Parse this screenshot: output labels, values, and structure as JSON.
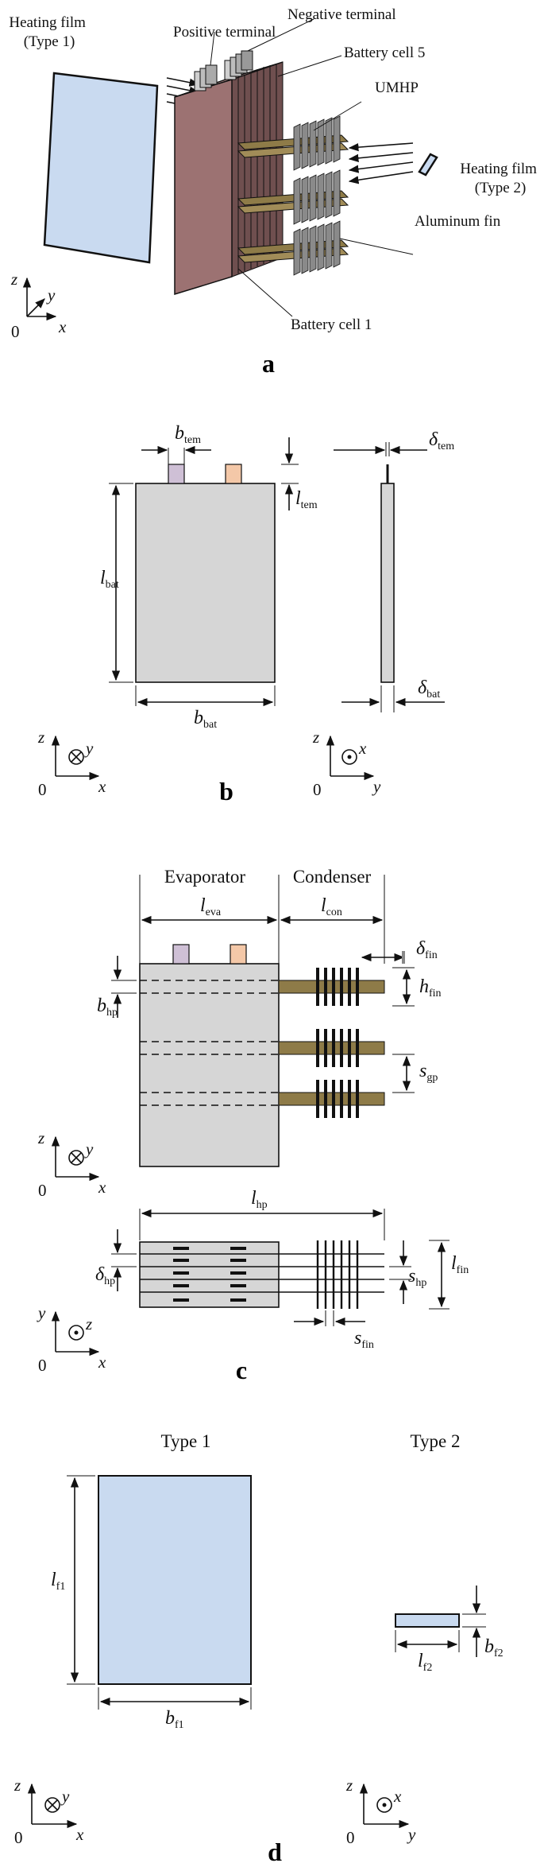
{
  "panel_a": {
    "letter": "a",
    "heating_film_type1": [
      "Heating film",
      "(Type 1)"
    ],
    "positive_terminal": "Positive terminal",
    "negative_terminal": "Negative terminal",
    "battery_cell_5": "Battery cell 5",
    "umhp": "UMHP",
    "heating_film_type2": [
      "Heating film",
      "(Type 2)"
    ],
    "aluminum_fin": "Aluminum fin",
    "battery_cell_1": "Battery cell 1",
    "axes": {
      "z": "z",
      "y": "y",
      "x": "x",
      "origin": "0"
    }
  },
  "panel_b": {
    "letter": "b",
    "b_tem": {
      "sym": "b",
      "sub": "tem"
    },
    "l_tem": {
      "sym": "l",
      "sub": "tem"
    },
    "l_bat": {
      "sym": "l",
      "sub": "bat"
    },
    "b_bat": {
      "sym": "b",
      "sub": "bat"
    },
    "delta_tem": {
      "sym": "δ",
      "sub": "tem"
    },
    "delta_bat": {
      "sym": "δ",
      "sub": "bat"
    },
    "axes_front": {
      "z": "z",
      "y": "y",
      "x": "x",
      "origin": "0"
    },
    "axes_side": {
      "z": "z",
      "x": "x",
      "y": "y",
      "origin": "0"
    }
  },
  "panel_c": {
    "letter": "c",
    "evaporator": "Evaporator",
    "condenser": "Condenser",
    "l_eva": {
      "sym": "l",
      "sub": "eva"
    },
    "l_con": {
      "sym": "l",
      "sub": "con"
    },
    "delta_fin": {
      "sym": "δ",
      "sub": "fin"
    },
    "h_fin": {
      "sym": "h",
      "sub": "fin"
    },
    "b_hp": {
      "sym": "b",
      "sub": "hp"
    },
    "s_gp": {
      "sym": "s",
      "sub": "gp"
    },
    "l_hp": {
      "sym": "l",
      "sub": "hp"
    },
    "delta_hp": {
      "sym": "δ",
      "sub": "hp"
    },
    "s_hp": {
      "sym": "s",
      "sub": "hp"
    },
    "l_fin": {
      "sym": "l",
      "sub": "fin"
    },
    "s_fin": {
      "sym": "s",
      "sub": "fin"
    },
    "axes_front": {
      "z": "z",
      "y": "y",
      "x": "x",
      "origin": "0"
    },
    "axes_top": {
      "y": "y",
      "z": "z",
      "x": "x",
      "origin": "0"
    }
  },
  "panel_d": {
    "letter": "d",
    "type1": "Type 1",
    "type2": "Type 2",
    "l_f1": {
      "sym": "l",
      "sub": "f1"
    },
    "b_f1": {
      "sym": "b",
      "sub": "f1"
    },
    "l_f2": {
      "sym": "l",
      "sub": "f2"
    },
    "b_f2": {
      "sym": "b",
      "sub": "f2"
    },
    "axes_left": {
      "z": "z",
      "y": "y",
      "x": "x",
      "origin": "0"
    },
    "axes_right": {
      "z": "z",
      "x": "x",
      "y": "y",
      "origin": "0"
    }
  },
  "colors": {
    "heating_film": "#c9daf0",
    "cell_front": "#9c7272",
    "cell_side": "#7e5a5a",
    "cell_gray": "#d6d6d6",
    "positive_terminal": "#cfc0d6",
    "negative_terminal": "#f4c8a8",
    "heat_pipe": "#8e7b48",
    "fin": "#8a8a8a"
  }
}
